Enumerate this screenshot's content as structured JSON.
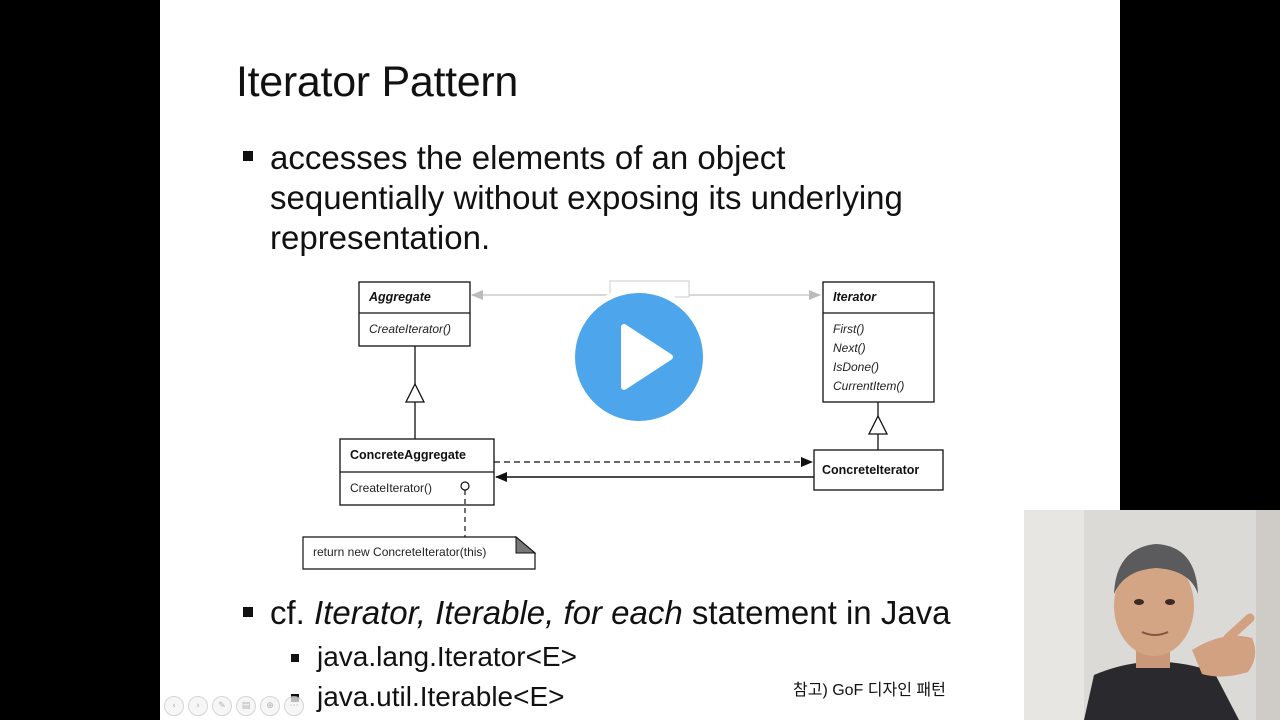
{
  "slide": {
    "title": "Iterator Pattern",
    "bullet1": {
      "line1": "accesses the elements of an object",
      "line2": "sequentially without exposing its underlying",
      "line3": "representation."
    },
    "bullet2": {
      "prefix": "cf. ",
      "italic": "Iterator, Iterable, for each",
      "suffix": " statement in Java"
    },
    "subbullets": [
      "java.lang.Iterator<E>",
      "java.util.Iterable<E>"
    ]
  },
  "diagram": {
    "aggregate": {
      "name": "Aggregate",
      "methods": [
        "CreateIterator()"
      ]
    },
    "iterator": {
      "name": "Iterator",
      "methods": [
        "First()",
        "Next()",
        "IsDone()",
        "CurrentItem()"
      ]
    },
    "concrete_aggregate": {
      "name": "ConcreteAggregate",
      "methods": [
        "CreateIterator()"
      ]
    },
    "concrete_iterator": {
      "name": "ConcreteIterator"
    },
    "note": "return new ConcreteIterator(this)"
  },
  "reference_caption": "참고) GoF 디자인 패턴",
  "controls": [
    "prev",
    "next",
    "fullscreen",
    "slides",
    "zoom",
    "menu"
  ],
  "icons": {
    "play": "play-icon",
    "webcam": "presenter-webcam"
  },
  "colors": {
    "play_accent": "#4da6ec",
    "background": "#000000",
    "slide": "#ffffff"
  }
}
